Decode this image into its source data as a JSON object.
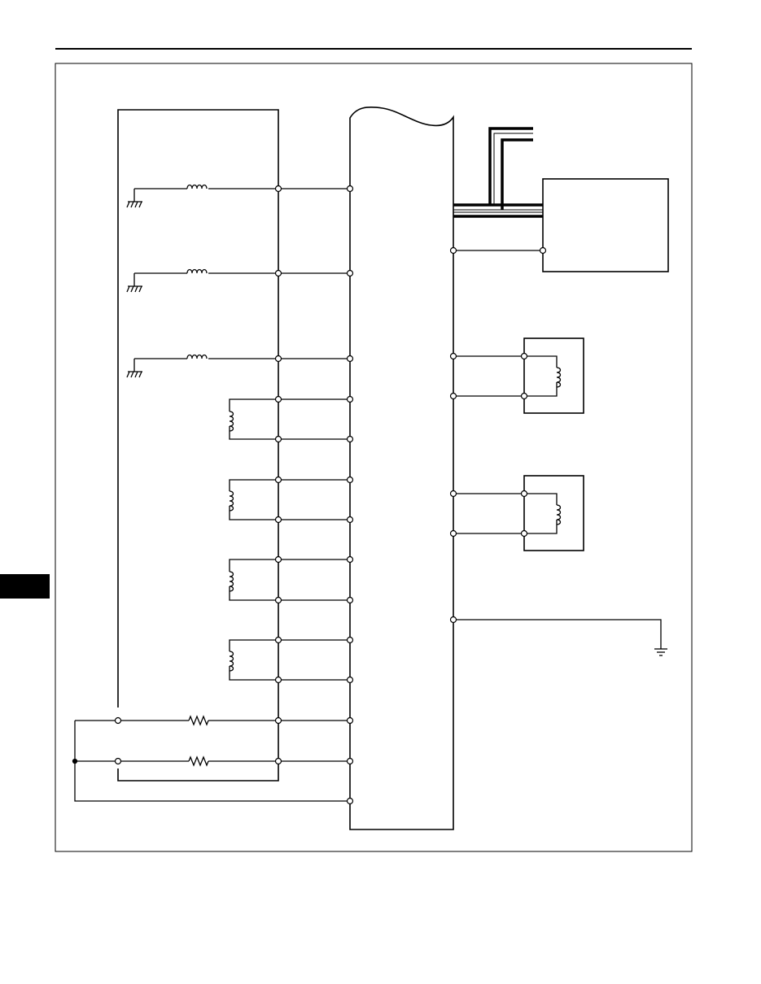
{
  "page": {
    "background": "#ffffff",
    "ink": "#000000"
  },
  "diagram": {
    "left_component": {
      "solenoids_grounded_count": 3,
      "coil_pairs_count": 4,
      "resistors_count": 2
    },
    "right_components": {
      "module_count": 1,
      "sensor_count": 2,
      "ground_count": 1,
      "shielded_cable": true
    }
  },
  "icons": [
    "ground-icon",
    "inductor-icon",
    "coil-icon",
    "resistor-icon",
    "shield-cable-icon"
  ]
}
